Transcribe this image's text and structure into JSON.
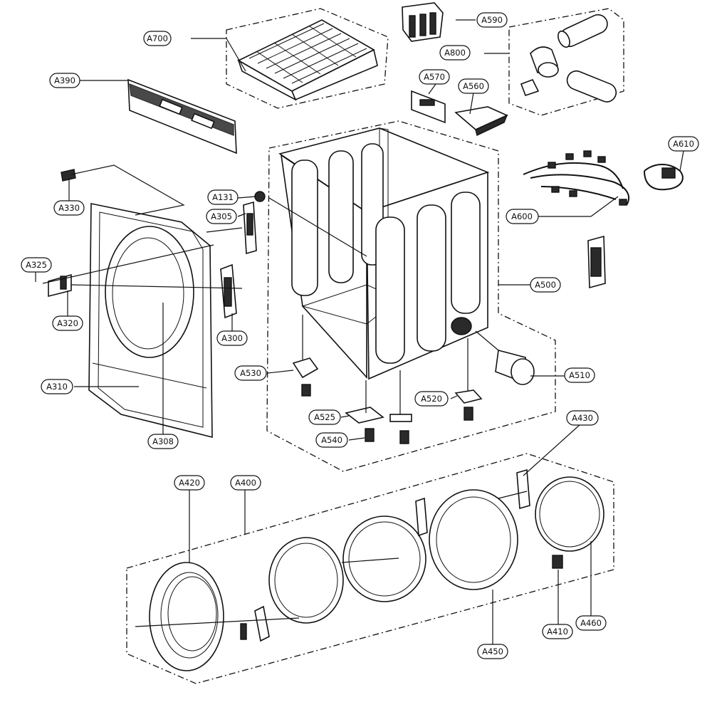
{
  "parts": {
    "A700": "A700",
    "A590": "A590",
    "A800": "A800",
    "A390": "A390",
    "A570": "A570",
    "A560": "A560",
    "A610": "A610",
    "A330": "A330",
    "A131": "A131",
    "A305": "A305",
    "A600": "A600",
    "A325": "A325",
    "A500": "A500",
    "A320": "A320",
    "A300": "A300",
    "A510": "A510",
    "A530": "A530",
    "A310": "A310",
    "A520": "A520",
    "A525": "A525",
    "A540": "A540",
    "A308": "A308",
    "A430": "A430",
    "A420": "A420",
    "A400": "A400",
    "A410": "A410",
    "A460": "A460",
    "A450": "A450"
  },
  "colors": {
    "line": "#111111",
    "background": "#ffffff"
  }
}
